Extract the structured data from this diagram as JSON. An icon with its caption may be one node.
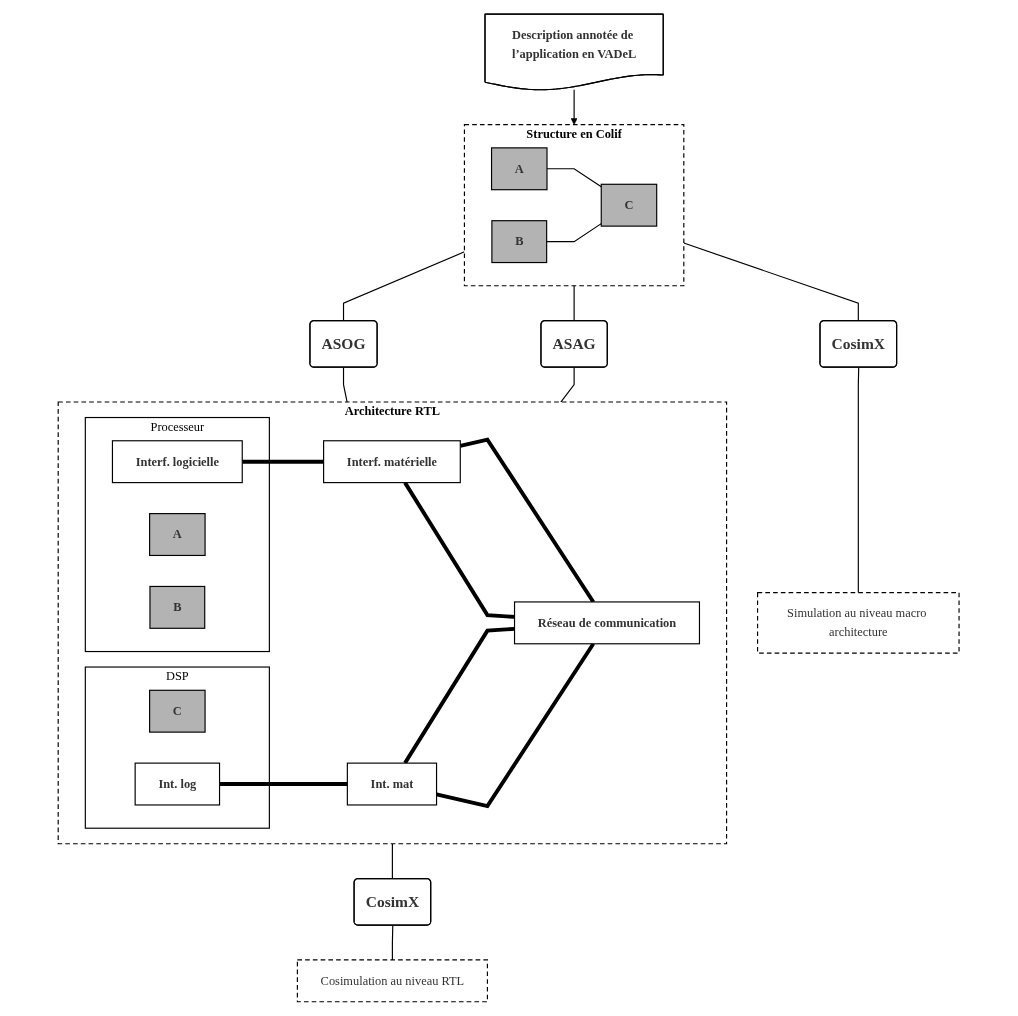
{
  "diagram": {
    "nodes": [
      {
        "text": [
          "Description annotée de l’application en VADeL"
        ]
      },
      {
        "text": [
          "Structure en Colif"
        ]
      },
      {
        "text": [
          "A"
        ],
        "in": 1
      },
      {
        "text": [
          "B"
        ],
        "in": 1
      },
      {
        "text": [
          "C"
        ],
        "in": 1
      },
      {
        "text": [
          "CosimX"
        ]
      },
      {
        "text": [
          "Simulation au niveau macro architecture"
        ]
      },
      {
        "text": [
          "ASOG"
        ]
      },
      {
        "text": [
          "ASAG"
        ]
      },
      {
        "text": [
          "Architecture RTL"
        ]
      },
      {
        "text": [
          "Processeur"
        ],
        "in": 9
      },
      {
        "text": [
          "A"
        ],
        "in": 10
      },
      {
        "text": [
          "B"
        ],
        "in": 10
      },
      {
        "text": [
          "Interf. logicielle"
        ],
        "in": 10
      },
      {
        "text": [
          "DSP"
        ],
        "in": 9
      },
      {
        "text": [
          "C"
        ],
        "in": 14
      },
      {
        "text": [
          "Int. log"
        ],
        "in": 14
      },
      {
        "text": [
          "Interf. matérielle"
        ],
        "in": 9
      },
      {
        "text": [
          "Int. mat"
        ],
        "in": 9
      },
      {
        "text": [
          "Réseau de communication"
        ],
        "in": 9
      },
      {
        "text": [
          "CosimX"
        ]
      },
      {
        "text": [
          "Cosimulation au niveau RTL"
        ]
      }
    ],
    "edges": [
      {
        "from": 0,
        "to": 1,
        "arrow": "to"
      },
      {
        "from": 2,
        "to": 4,
        "arrow": "none"
      },
      {
        "from": 3,
        "to": 4,
        "arrow": "none"
      },
      {
        "from": 1,
        "to": 5,
        "arrow": "none"
      },
      {
        "from": 5,
        "to": 6,
        "arrow": "none"
      },
      {
        "from": 1,
        "to": 7,
        "arrow": "none"
      },
      {
        "from": 1,
        "to": 8,
        "arrow": "none"
      },
      {
        "from": 7,
        "to": 9,
        "arrow": "none"
      },
      {
        "from": 8,
        "to": 9,
        "arrow": "none"
      },
      {
        "from": 13,
        "to": 17,
        "arrow": "none",
        "style": "thick"
      },
      {
        "from": 16,
        "to": 18,
        "arrow": "none",
        "style": "thick"
      },
      {
        "from": 17,
        "to": 19,
        "arrow": "none",
        "style": "thick"
      },
      {
        "from": 17,
        "to": 19,
        "arrow": "none",
        "style": "thick"
      },
      {
        "from": 18,
        "to": 19,
        "arrow": "none",
        "style": "thick"
      },
      {
        "from": 18,
        "to": 19,
        "arrow": "none",
        "style": "thick"
      },
      {
        "from": 9,
        "to": 20,
        "arrow": "none"
      },
      {
        "from": 20,
        "to": 21,
        "arrow": "none"
      }
    ]
  }
}
